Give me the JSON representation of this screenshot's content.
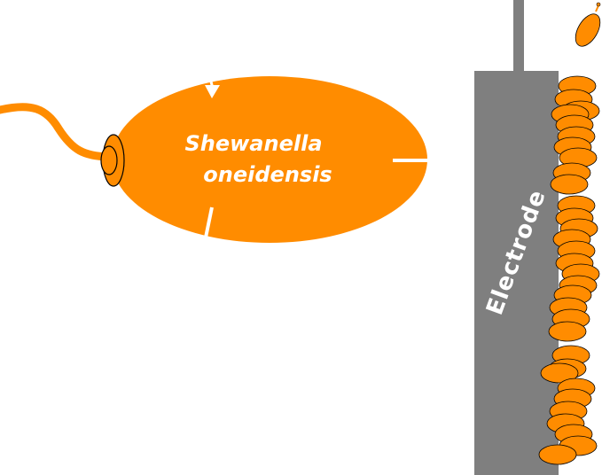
{
  "colors": {
    "cell": "#ff8c00",
    "electrode": "#7f7f7f",
    "outline": "#000000",
    "label": "#ffffff",
    "background": "#ffffff"
  },
  "cell": {
    "name_line1": "Shewanella",
    "name_line2": "oneidensis"
  },
  "electrode": {
    "label": "Electrode"
  },
  "icons": [
    "flagellum-icon",
    "motor-icon",
    "attached-cell-icon"
  ]
}
